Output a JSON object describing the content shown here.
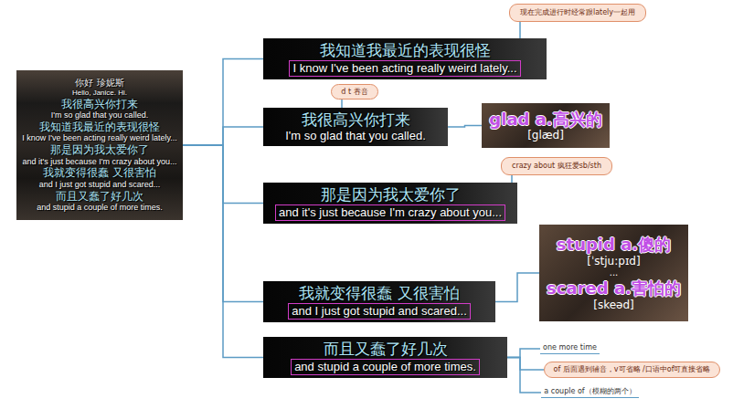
{
  "diagram": {
    "nodes": [
      {
        "text": [
          "你好 珍妮斯",
          "Hello, Janice. Hi.",
          "我很高兴你打来",
          "I'm so glad that you called.",
          "我知道我最近的表现很怪",
          "I know I've been acting really weird lately...",
          "那是因为我太爱你了",
          "and it's just because I'm crazy about you...",
          "我就变得很蠢 又很害怕",
          "and I just got stupid and scared...",
          "而且又蠢了好几次",
          "and stupid a couple of more times."
        ]
      },
      {
        "text": [
          "我知道我最近的表现很怪",
          "I know I've been acting really weird lately..."
        ]
      },
      {
        "text": [
          "现在完成进行时经常跟lately一起用"
        ]
      },
      {
        "text": [
          "我很高兴你打来",
          "I'm so glad that you called."
        ]
      },
      {
        "text": [
          "d t 吞音"
        ]
      },
      {
        "text": [
          "glad a.高兴的",
          "[glæd]"
        ]
      },
      {
        "text": [
          "那是因为我太爱你了",
          "and it's just because I'm crazy about you..."
        ]
      },
      {
        "text": [
          "crazy about 疯狂爱sb/sth"
        ]
      },
      {
        "text": [
          "我就变得很蠢 又很害怕",
          "and I just got stupid and scared..."
        ]
      },
      {
        "text": [
          "stupid a.傻的",
          "[ˈstju:pɪd]",
          "...",
          "scared a.害怕的",
          "[skeəd]"
        ]
      },
      {
        "text": [
          "而且又蠢了好几次",
          "and stupid a couple of more times."
        ]
      },
      {
        "text": [
          "one more time"
        ]
      },
      {
        "text": [
          "of 后面遇到辅音，v可省略 /口语中of可直接省略"
        ]
      },
      {
        "text": [
          "a couple of（模糊的两个）"
        ]
      }
    ],
    "edges": [
      {
        "from": 0,
        "to": 1,
        "arrow": "none"
      },
      {
        "from": 0,
        "to": 3,
        "arrow": "none"
      },
      {
        "from": 0,
        "to": 6,
        "arrow": "none"
      },
      {
        "from": 0,
        "to": 8,
        "arrow": "none"
      },
      {
        "from": 0,
        "to": 10,
        "arrow": "none"
      },
      {
        "from": 1,
        "to": 2,
        "arrow": "none"
      },
      {
        "from": 3,
        "to": 4,
        "arrow": "none"
      },
      {
        "from": 3,
        "to": 5,
        "arrow": "none"
      },
      {
        "from": 6,
        "to": 7,
        "arrow": "none"
      },
      {
        "from": 8,
        "to": 9,
        "arrow": "none"
      },
      {
        "from": 10,
        "to": 11,
        "arrow": "none"
      },
      {
        "from": 10,
        "to": 12,
        "arrow": "none"
      },
      {
        "from": 10,
        "to": 13,
        "arrow": "none"
      }
    ]
  }
}
